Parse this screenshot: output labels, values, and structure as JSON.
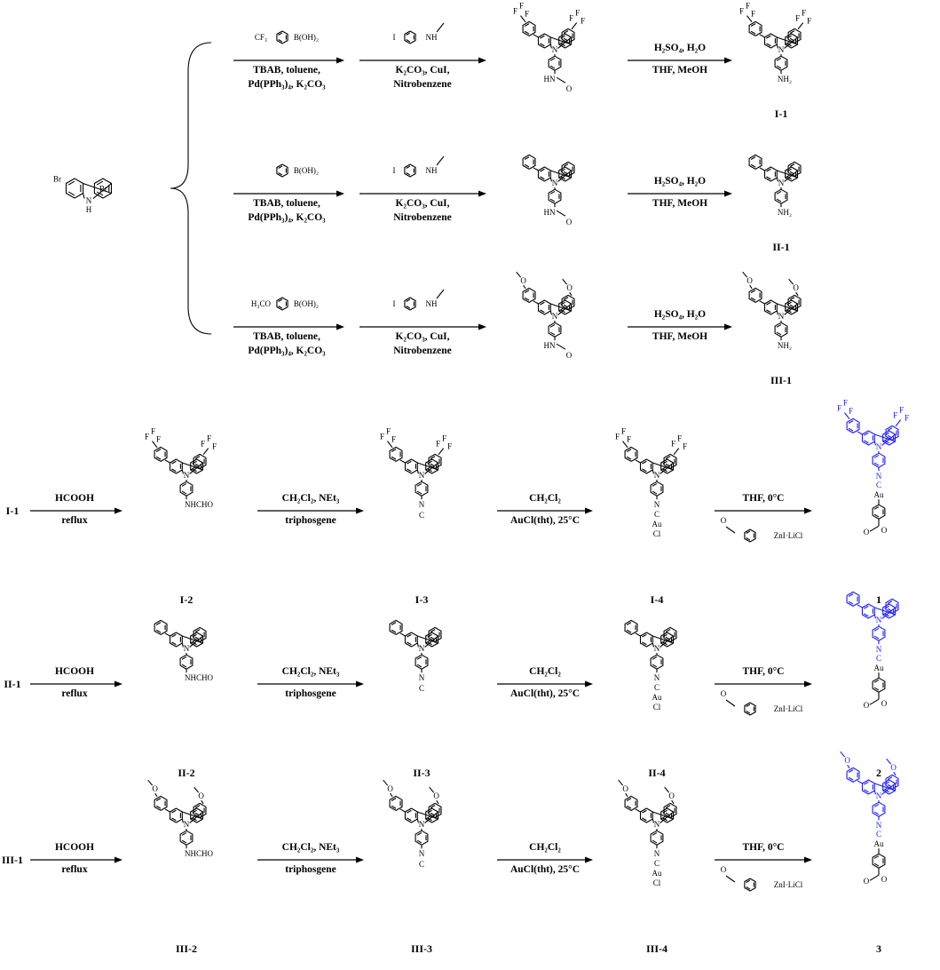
{
  "start_material": {
    "atoms": [
      "Br",
      "Br",
      "N",
      "H"
    ]
  },
  "route_A": [
    {
      "boronic_label": "B(OH)₂",
      "boronic_substituent": "CF₃",
      "suzuki_conditions": [
        "TBAB, toluene,",
        "Pd(PPh₃)₄, K₂CO₃"
      ],
      "iodo_reagent_atoms": [
        "I",
        "NH"
      ],
      "ullmann_conditions": [
        "K₂CO₃, CuI,",
        "Nitrobenzene"
      ],
      "hydrolysis_conditions": [
        "H₂SO₄, H₂O",
        "THF, MeOH"
      ],
      "intermediate_atoms": [
        "F",
        "F",
        "F",
        "F",
        "F",
        "F",
        "N",
        "HN",
        "O"
      ],
      "product_atoms": [
        "F",
        "F",
        "F",
        "F",
        "F",
        "F",
        "N",
        "NH₂"
      ],
      "product_label": "I-1"
    },
    {
      "boronic_label": "B(OH)₂",
      "boronic_substituent": "",
      "suzuki_conditions": [
        "TBAB, toluene,",
        "Pd(PPh₃)₄, K₂CO₃"
      ],
      "iodo_reagent_atoms": [
        "I",
        "NH"
      ],
      "ullmann_conditions": [
        "K₂CO₃, CuI,",
        "Nitrobenzene"
      ],
      "hydrolysis_conditions": [
        "H₂SO₄, H₂O",
        "THF, MeOH"
      ],
      "intermediate_atoms": [
        "N",
        "HN",
        "O"
      ],
      "product_atoms": [
        "N",
        "NH₂"
      ],
      "product_label": "II-1"
    },
    {
      "boronic_label": "B(OH)₂",
      "boronic_substituent": "H₃CO",
      "suzuki_conditions": [
        "TBAB, toluene,",
        "Pd(PPh₃)₄, K₂CO₃"
      ],
      "iodo_reagent_atoms": [
        "I",
        "NH"
      ],
      "ullmann_conditions": [
        "K₂CO₃, CuI,",
        "Nitrobenzene"
      ],
      "hydrolysis_conditions": [
        "H₂SO₄, H₂O",
        "THF, MeOH"
      ],
      "intermediate_atoms": [
        "O",
        "O",
        "N",
        "HN",
        "O"
      ],
      "product_atoms": [
        "O",
        "O",
        "N",
        "NH₂"
      ],
      "product_label": "III-1"
    }
  ],
  "route_B": [
    {
      "start_label": "I-1",
      "step1": [
        "HCOOH",
        "reflux"
      ],
      "step2": [
        "CH₂Cl₂, NEt₃",
        "triphosgene"
      ],
      "step3": [
        "CH₂Cl₂",
        "AuCl(tht), 25°C"
      ],
      "step4": [
        "THF, 0°C",
        "ZnI·LiCl"
      ],
      "labels": [
        "I-2",
        "I-3",
        "I-4",
        "1"
      ],
      "substituent": "CF₃"
    },
    {
      "start_label": "II-1",
      "step1": [
        "HCOOH",
        "reflux"
      ],
      "step2": [
        "CH₂Cl₂, NEt₃",
        "triphosgene"
      ],
      "step3": [
        "CH₂Cl₂",
        "AuCl(tht), 25°C"
      ],
      "step4": [
        "THF, 0°C",
        "ZnI·LiCl"
      ],
      "labels": [
        "II-2",
        "II-3",
        "II-4",
        "2"
      ],
      "substituent": ""
    },
    {
      "start_label": "III-1",
      "step1": [
        "HCOOH",
        "reflux"
      ],
      "step2": [
        "CH₂Cl₂, NEt₃",
        "triphosgene"
      ],
      "step3": [
        "CH₂Cl₂",
        "AuCl(tht), 25°C"
      ],
      "step4": [
        "THF, 0°C",
        "ZnI·LiCl"
      ],
      "labels": [
        "III-2",
        "III-3",
        "III-4",
        "3"
      ],
      "substituent": "OMe"
    }
  ],
  "fragment_text": {
    "formamide": "NHCHO",
    "isocyanide_N": "N",
    "isocyanide_C": "C",
    "gold": "Au",
    "chloride": "Cl",
    "carbazole_N": "N",
    "methoxy_O": "O"
  },
  "colors": {
    "ink": "#000000",
    "product_highlight": "#1a1aff",
    "background": "#ffffff"
  }
}
